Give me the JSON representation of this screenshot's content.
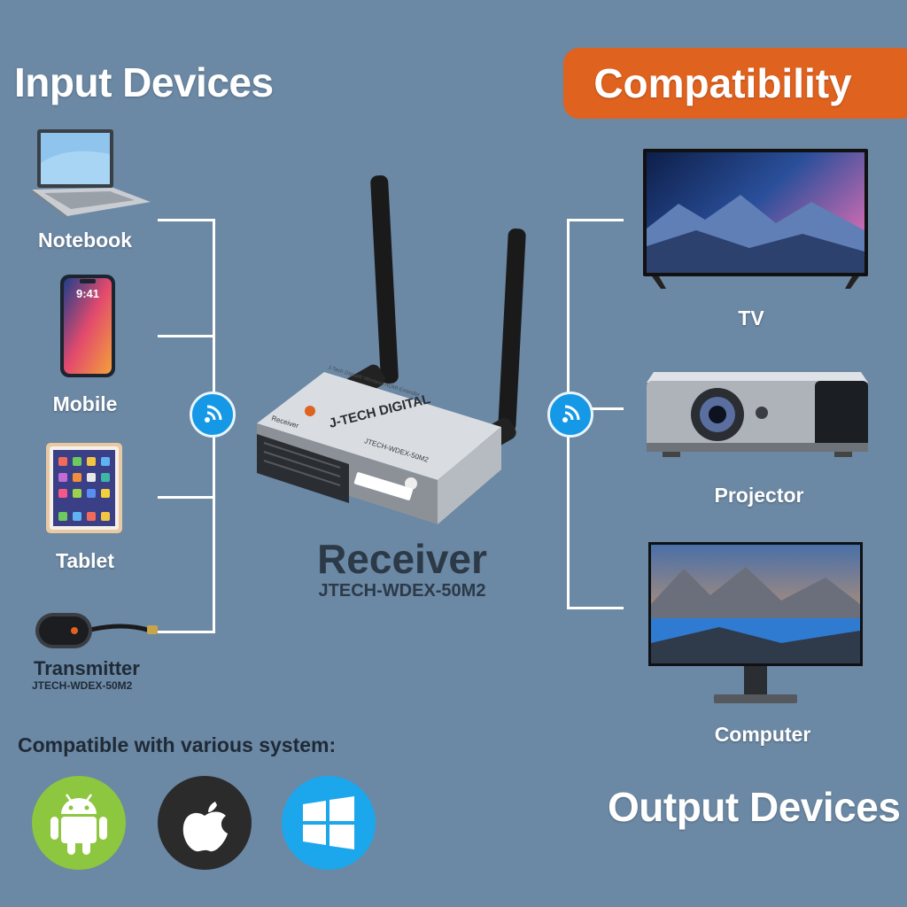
{
  "headings": {
    "input_devices": "Input Devices",
    "compatibility": "Compatibility",
    "output_devices": "Output Devices"
  },
  "input_devices": [
    {
      "label": "Notebook",
      "icon": "laptop-icon"
    },
    {
      "label": "Mobile",
      "icon": "phone-icon"
    },
    {
      "label": "Tablet",
      "icon": "tablet-icon"
    },
    {
      "label": "Transmitter",
      "icon": "transmitter-dongle-icon",
      "model": "JTECH-WDEX-50M2"
    }
  ],
  "output_devices": [
    {
      "label": "TV",
      "icon": "tv-icon"
    },
    {
      "label": "Projector",
      "icon": "projector-icon"
    },
    {
      "label": "Computer",
      "icon": "monitor-icon"
    }
  ],
  "receiver": {
    "title": "Receiver",
    "model": "JTECH-WDEX-50M2",
    "brand": "J-TECH DIGITAL",
    "case_model": "JTECH-WDEX-50M2",
    "tag": "Receiver",
    "top_caption": "J-Tech Digital® Wireless HDMI Extender"
  },
  "phone_screen": {
    "time": "9:41"
  },
  "compatible_systems": {
    "title": "Compatible with various system:",
    "items": [
      {
        "name": "android",
        "icon": "android-icon",
        "color": "#8dc63f"
      },
      {
        "name": "apple",
        "icon": "apple-icon",
        "color": "#2b2b2b"
      },
      {
        "name": "windows",
        "icon": "windows-icon",
        "color": "#1ca7ec"
      }
    ]
  },
  "colors": {
    "background": "#6b88a4",
    "accent": "#e0621f",
    "wifi_blue": "#1598e6"
  }
}
